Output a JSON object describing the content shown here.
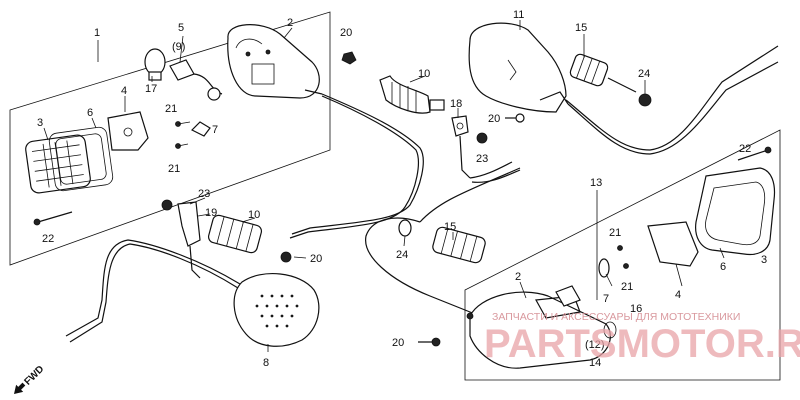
{
  "labels": {
    "n1": "1",
    "n2a": "2",
    "n3a": "3",
    "n4a": "4",
    "n5": "5",
    "n9": "(9)",
    "n6a": "6",
    "n7a": "7",
    "n8": "8",
    "n10a": "10",
    "n10b": "10",
    "n11": "11",
    "n13": "13",
    "n15a": "15",
    "n15b": "15",
    "n16": "16",
    "n17": "17",
    "n18": "18",
    "n19": "19",
    "n20a": "20",
    "n20b": "20",
    "n20c": "20",
    "n20d": "20",
    "n21a": "21",
    "n21b": "21",
    "n21c": "21",
    "n21d": "21",
    "n22a": "22",
    "n22b": "22",
    "n23a": "23",
    "n23b": "23",
    "n24a": "24",
    "n24b": "24",
    "n2b": "2",
    "n3b": "3",
    "n4b": "4",
    "n6b": "6",
    "n7b": "7",
    "n12": "(12)",
    "n14": "14"
  },
  "fwd": "FWD",
  "watermark": {
    "line": "ЗАПЧАСТИ И АКСЕССУАРЫ ДЛЯ МОТОТЕХНИКИ",
    "brand": "PARTSMOTOR.RU"
  }
}
